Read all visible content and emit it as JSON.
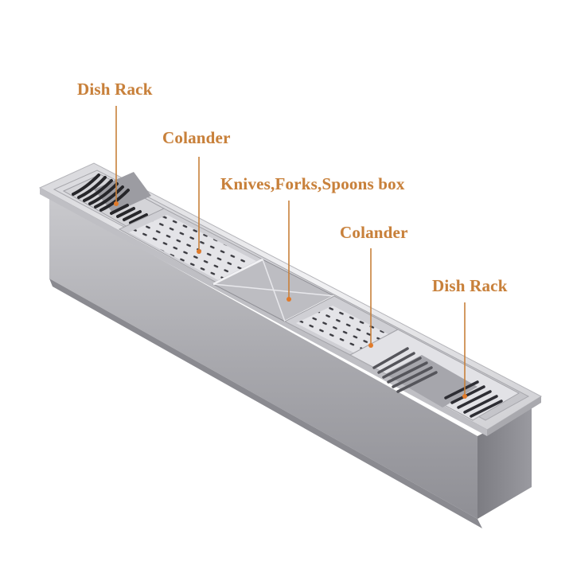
{
  "image": {
    "subject": "stainless-steel sink organizer trough with removable accessories",
    "background_color": "#ffffff",
    "label_color": "#c8803a",
    "leader_line_color": "#c8803a",
    "metal_colors": {
      "light": "#e6e6e8",
      "mid": "#b8b8bc",
      "dark": "#8c8c92",
      "slot": "#2a2a2e"
    }
  },
  "callouts": [
    {
      "id": "dish-rack-left",
      "label": "Dish Rack"
    },
    {
      "id": "colander-left",
      "label": "Colander"
    },
    {
      "id": "cutlery-box",
      "label": "Knives,Forks,Spoons box"
    },
    {
      "id": "colander-right",
      "label": "Colander"
    },
    {
      "id": "dish-rack-right",
      "label": "Dish Rack"
    }
  ]
}
